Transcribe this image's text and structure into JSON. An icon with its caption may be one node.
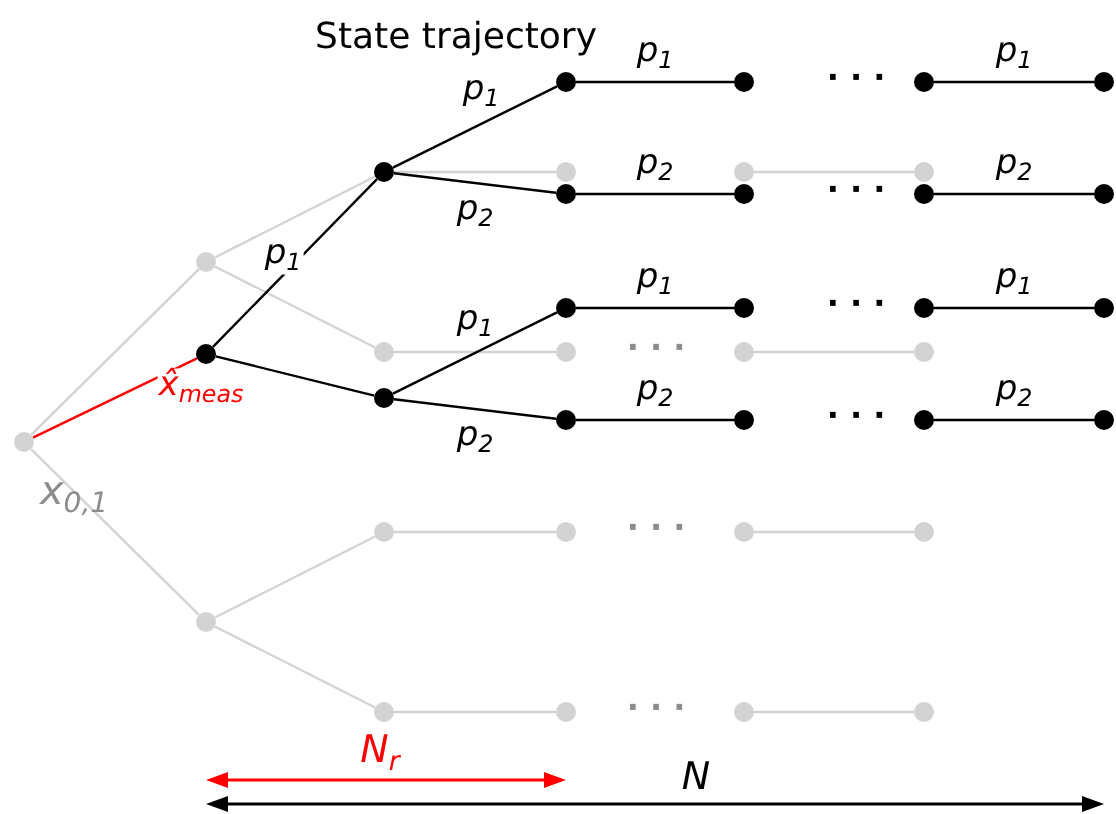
{
  "diagram": {
    "title": "State trajectory",
    "nodes": [
      {
        "text": [],
        "shape": "circle",
        "beside": [
          "x$_{0,1}$"
        ]
      },
      {
        "text": [],
        "shape": "circle"
      },
      {
        "text": [],
        "shape": "circle"
      },
      {
        "text": [],
        "shape": "circle"
      },
      {
        "text": [],
        "shape": "circle"
      },
      {
        "text": [],
        "shape": "circle"
      },
      {
        "text": [],
        "shape": "circle"
      },
      {
        "text": [],
        "shape": "circle"
      },
      {
        "text": [],
        "shape": "circle"
      },
      {
        "text": [],
        "shape": "circle"
      },
      {
        "text": [],
        "shape": "circle"
      },
      {
        "text": [],
        "shape": "circle"
      },
      {
        "text": [],
        "shape": "circle"
      },
      {
        "text": [],
        "shape": "circle"
      },
      {
        "text": [],
        "shape": "circle"
      },
      {
        "text": [],
        "shape": "circle"
      },
      {
        "text": [],
        "shape": "circle"
      },
      {
        "text": [],
        "shape": "circle"
      },
      {
        "text": [],
        "shape": "circle"
      },
      {
        "text": [],
        "shape": "circle"
      },
      {
        "text": [],
        "shape": "circle"
      },
      {
        "text": [],
        "shape": "circle"
      },
      {
        "text": [],
        "shape": "circle"
      },
      {
        "text": [],
        "shape": "circle"
      },
      {
        "text": [],
        "shape": "circle"
      },
      {
        "text": [],
        "shape": "circle"
      },
      {
        "text": [],
        "shape": "circle"
      },
      {
        "text": [],
        "shape": "circle"
      },
      {
        "text": [],
        "shape": "circle"
      },
      {
        "text": [],
        "shape": "circle"
      },
      {
        "text": [],
        "shape": "circle"
      },
      {
        "text": [],
        "shape": "circle"
      },
      {
        "text": [],
        "shape": "circle"
      },
      {
        "text": [],
        "shape": "circle"
      },
      {
        "text": [],
        "shape": "circle"
      },
      {
        "text": [],
        "shape": "circle"
      },
      {
        "text": [],
        "shape": "circle"
      }
    ],
    "edges": [
      {
        "from": 0,
        "to": 1,
        "arrow": "none",
        "color": "#d3d3d3"
      },
      {
        "from": 0,
        "to": 2,
        "arrow": "none",
        "color": "#ff0000",
        "label": "x̂$_{meas}$"
      },
      {
        "from": 0,
        "to": 3,
        "arrow": "none",
        "color": "#d3d3d3"
      },
      {
        "from": 1,
        "to": 4,
        "arrow": "none",
        "color": "#d3d3d3",
        "label": "p$_{1}$"
      },
      {
        "from": 1,
        "to": 5,
        "arrow": "none",
        "color": "#d3d3d3"
      },
      {
        "from": 2,
        "to": 4,
        "arrow": "none",
        "color": "#000000"
      },
      {
        "from": 2,
        "to": 6,
        "arrow": "none",
        "color": "#000000"
      },
      {
        "from": 3,
        "to": 7,
        "arrow": "none",
        "color": "#d3d3d3"
      },
      {
        "from": 3,
        "to": 8,
        "arrow": "none",
        "color": "#d3d3d3"
      },
      {
        "from": 4,
        "to": 9,
        "arrow": "none",
        "color": "#000000",
        "label": "p$_{1}$"
      },
      {
        "from": 4,
        "to": 10,
        "arrow": "none",
        "color": "#d3d3d3"
      },
      {
        "from": 4,
        "to": 11,
        "arrow": "none",
        "color": "#000000",
        "label": "p$_{2}$"
      },
      {
        "from": 5,
        "to": 13,
        "arrow": "none",
        "color": "#d3d3d3"
      },
      {
        "from": 6,
        "to": 12,
        "arrow": "none",
        "color": "#000000",
        "label": "p$_{1}$"
      },
      {
        "from": 6,
        "to": 14,
        "arrow": "none",
        "color": "#000000",
        "label": "p$_{2}$"
      },
      {
        "from": 7,
        "to": 15,
        "arrow": "none",
        "color": "#d3d3d3"
      },
      {
        "from": 8,
        "to": 16,
        "arrow": "none",
        "color": "#d3d3d3"
      },
      {
        "from": 9,
        "to": 17,
        "arrow": "none",
        "color": "#000000",
        "label": "p$_{1}$"
      },
      {
        "from": 11,
        "to": 19,
        "arrow": "none",
        "color": "#000000",
        "label": "p$_{2}$"
      },
      {
        "from": 12,
        "to": 20,
        "arrow": "none",
        "color": "#000000",
        "label": "p$_{1}$"
      },
      {
        "from": 14,
        "to": 22,
        "arrow": "none",
        "color": "#000000",
        "label": "p$_{2}$"
      },
      {
        "from": 18,
        "to": 26,
        "arrow": "none",
        "color": "#d3d3d3"
      },
      {
        "from": 21,
        "to": 29,
        "arrow": "none",
        "color": "#d3d3d3"
      },
      {
        "from": 23,
        "to": 31,
        "arrow": "none",
        "color": "#d3d3d3"
      },
      {
        "from": 24,
        "to": 32,
        "arrow": "none",
        "color": "#d3d3d3"
      },
      {
        "from": 25,
        "to": 33,
        "arrow": "none",
        "color": "#000000",
        "label": "p$_{1}$"
      },
      {
        "from": 27,
        "to": 34,
        "arrow": "none",
        "color": "#000000",
        "label": "p$_{2}$"
      },
      {
        "from": 28,
        "to": 35,
        "arrow": "none",
        "color": "#000000",
        "label": "p$_{1}$"
      },
      {
        "from": 30,
        "to": 36,
        "arrow": "none",
        "color": "#000000",
        "label": "p$_{2}$"
      }
    ],
    "labels": [
      "· · ·",
      "· · ·",
      "· · ·",
      "· · ·",
      "· · ·",
      "· · ·",
      "· · ·",
      "N$_{r}$",
      "N"
    ]
  }
}
